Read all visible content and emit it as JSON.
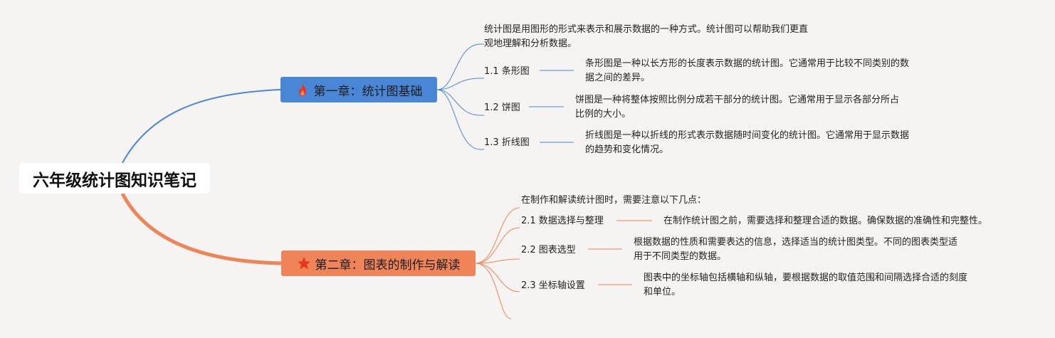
{
  "root": {
    "title": "六年级统计图知识笔记"
  },
  "chapter1": {
    "icon": "flame-icon",
    "title": "第一章：统计图基础",
    "color": "#4a86d6",
    "intro_line1": "统计图是用图形的形式来表示和展示数据的一种方式。统计图可以帮助我们更直",
    "intro_line2": "观地理解和分析数据。",
    "items": [
      {
        "label": "1.1 条形图",
        "desc_line1": "条形图是一种以长方形的长度表示数据的统计图。它通常用于比较不同类别的数",
        "desc_line2": "据之间的差异。"
      },
      {
        "label": "1.2 饼图",
        "desc_line1": "饼图是一种将整体按照比例分成若干部分的统计图。它通常用于显示各部分所占",
        "desc_line2": "比例的大小。"
      },
      {
        "label": "1.3 折线图",
        "desc_line1": "折线图是一种以折线的形式表示数据随时间变化的统计图。它通常用于显示数据",
        "desc_line2": "的趋势和变化情况。"
      }
    ]
  },
  "chapter2": {
    "icon": "star-icon",
    "title": "第二章：图表的制作与解读",
    "color": "#ee8457",
    "intro": "在制作和解读统计图时，需要注意以下几点：",
    "items": [
      {
        "label": "2.1 数据选择与整理",
        "desc_line1": "在制作统计图之前，需要选择和整理合适的数据。确保数据的准确性和完整性。",
        "desc_line2": ""
      },
      {
        "label": "2.2 图表选型",
        "desc_line1": "根据数据的性质和需要表达的信息，选择适当的统计图类型。不同的图表类型适",
        "desc_line2": "用于不同类型的数据。"
      },
      {
        "label": "2.3 坐标轴设置",
        "desc_line1": "图表中的坐标轴包括横轴和纵轴，要根据数据的取值范围和间隔选择合适的刻度",
        "desc_line2": "和单位。"
      }
    ]
  }
}
